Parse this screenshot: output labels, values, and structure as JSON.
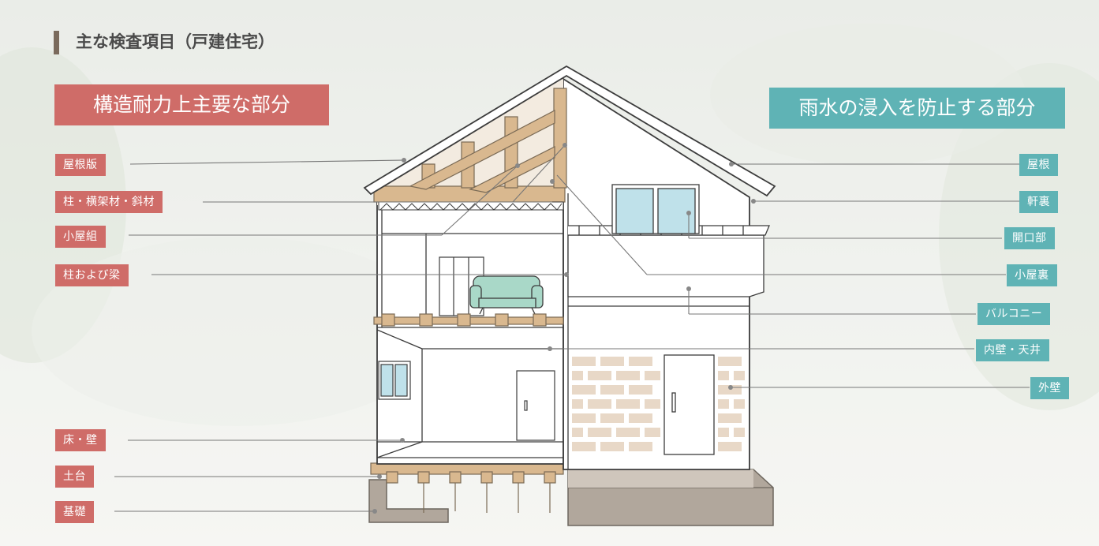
{
  "title": "主な検査項目（戸建住宅）",
  "colors": {
    "structural": "#cf6c68",
    "waterproof": "#5fb3b5",
    "timber": "#d9b88f",
    "brick": "#e8d8c7",
    "foundation": "#b1a79c"
  },
  "structural_heading": "構造耐力上主要な部分",
  "waterproof_heading": "雨水の浸入を防止する部分",
  "structural_items": [
    "屋根版",
    "柱・横架材・斜材",
    "小屋組",
    "柱および梁",
    "床・壁",
    "土台",
    "基礎"
  ],
  "waterproof_items": [
    "屋根",
    "軒裏",
    "開口部",
    "小屋裏",
    "バルコニー",
    "内壁・天井",
    "外壁"
  ]
}
